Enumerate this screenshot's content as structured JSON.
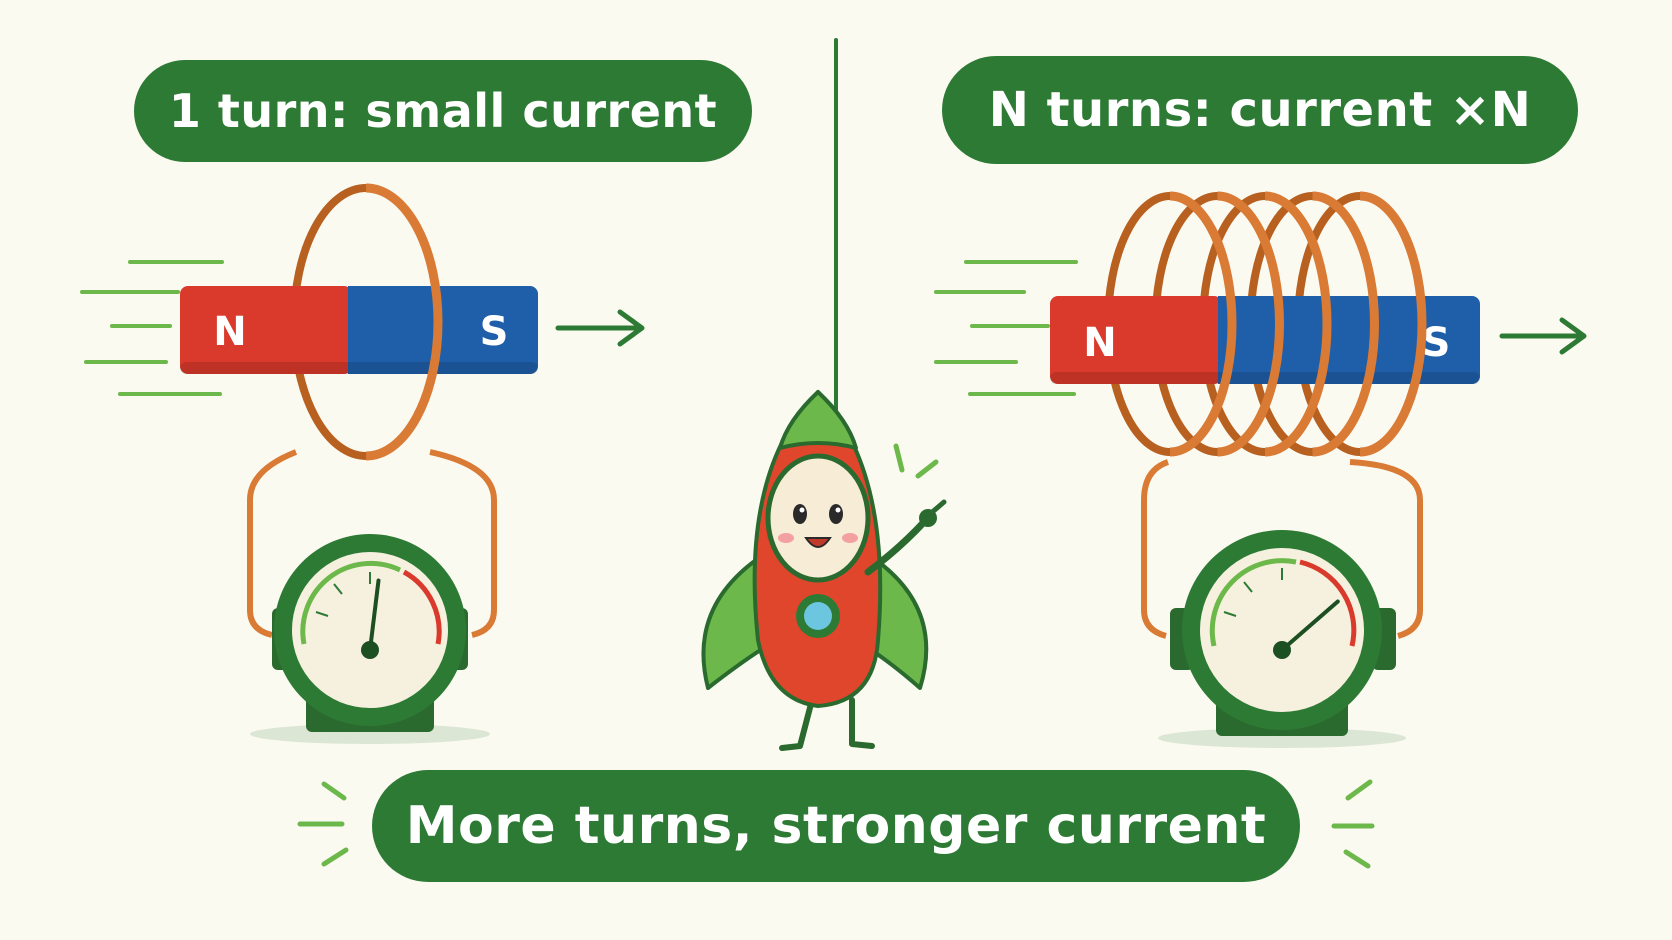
{
  "panels": {
    "left": {
      "label": "1 turn: small current",
      "turns": 1,
      "meter_level": 0.55
    },
    "right": {
      "label": "N turns: current ×N",
      "turns": 5,
      "meter_level": 0.85
    }
  },
  "magnet": {
    "north_label": "N",
    "south_label": "S"
  },
  "caption": "More turns, stronger current",
  "colors": {
    "background": "#fbfaf1",
    "green": "#2d7a35",
    "light_green": "#6db84a",
    "north_red": "#d93a2c",
    "south_blue": "#1f5ea8",
    "copper": "#d97a35",
    "meter_face": "#f6f1de"
  },
  "icons": {
    "arrow": "arrow-right-icon",
    "mascot": "rocket-mascot",
    "meter": "galvanometer-icon"
  }
}
